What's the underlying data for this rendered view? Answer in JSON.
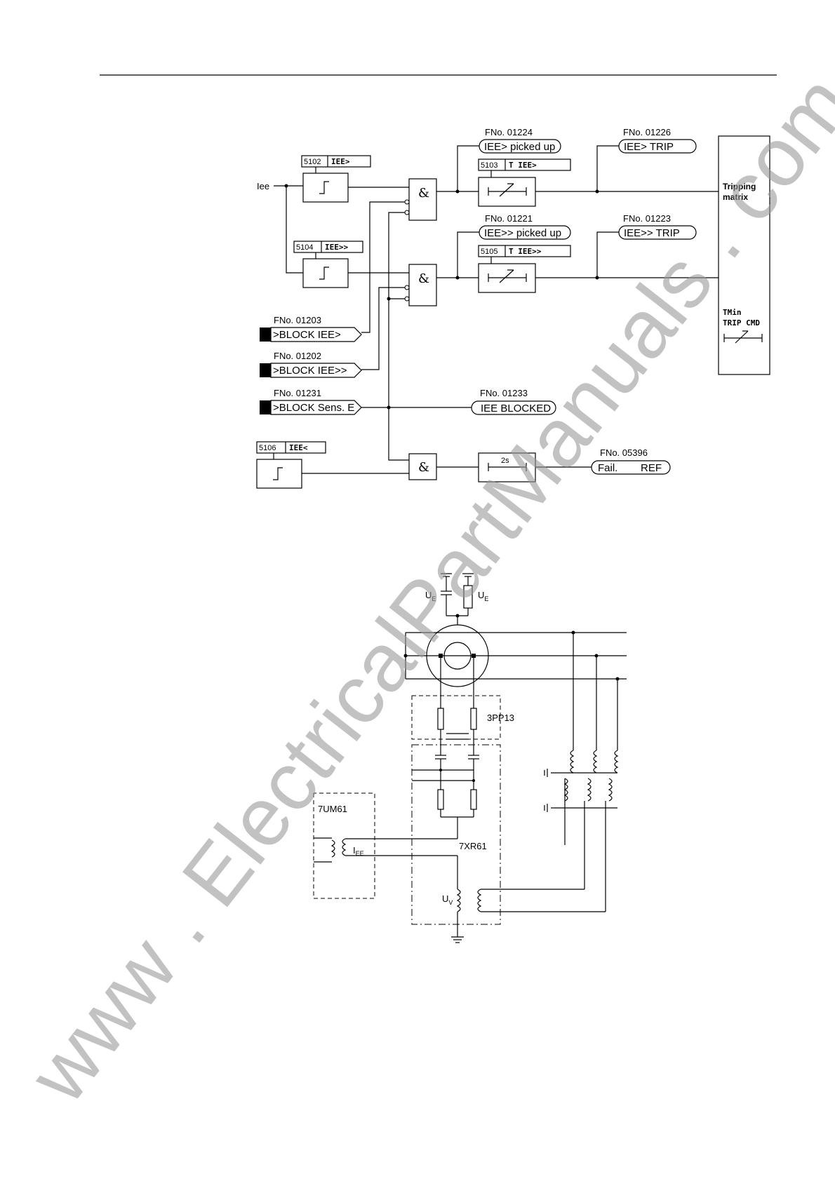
{
  "logic_diagram": {
    "input_iee": "Iee",
    "param_5102": {
      "num": "5102",
      "name": "IEE>"
    },
    "param_5104": {
      "num": "5104",
      "name": "IEE>>"
    },
    "param_5103": {
      "num": "5103",
      "name": "T IEE>"
    },
    "param_5105": {
      "num": "5105",
      "name": "T IEE>>"
    },
    "param_5106": {
      "num": "5106",
      "name": "IEE<"
    },
    "and_symbol": "&",
    "msg_01224": {
      "fno": "FNo. 01224",
      "text": "IEE> picked up"
    },
    "msg_01226": {
      "fno": "FNo. 01226",
      "text": "IEE> TRIP"
    },
    "msg_01221": {
      "fno": "FNo. 01221",
      "text": "IEE>> picked up"
    },
    "msg_01223": {
      "fno": "FNo. 01223",
      "text": "IEE>> TRIP"
    },
    "input_01203": {
      "fno": "FNo. 01203",
      "text": ">BLOCK IEE>"
    },
    "input_01202": {
      "fno": "FNo. 01202",
      "text": ">BLOCK IEE>>"
    },
    "input_01231": {
      "fno": "FNo. 01231",
      "text": ">BLOCK Sens. E"
    },
    "msg_01233": {
      "fno": "FNo. 01233",
      "text": "IEE BLOCKED"
    },
    "msg_05396": {
      "fno": "FNo. 05396",
      "text_left": "Fail.",
      "text_right": "REF"
    },
    "timer_2s": "2s",
    "tripping_matrix": {
      "line1": "Tripping",
      "line2": "matrix"
    },
    "tmin": {
      "line1": "TMin",
      "line2": "TRIP CMD"
    }
  },
  "circuit_diagram": {
    "ue_left": "U",
    "ue_left_sub": "E",
    "ue_right": "U",
    "ue_right_sub": "E",
    "label_3pp13": "3PP13",
    "label_7um61": "7UM61",
    "label_7xr61": "7XR61",
    "iee": "I",
    "iee_sub": "EE",
    "uv": "U",
    "uv_sub": "V"
  },
  "watermark": "www . ElectricalPartManuals . com"
}
